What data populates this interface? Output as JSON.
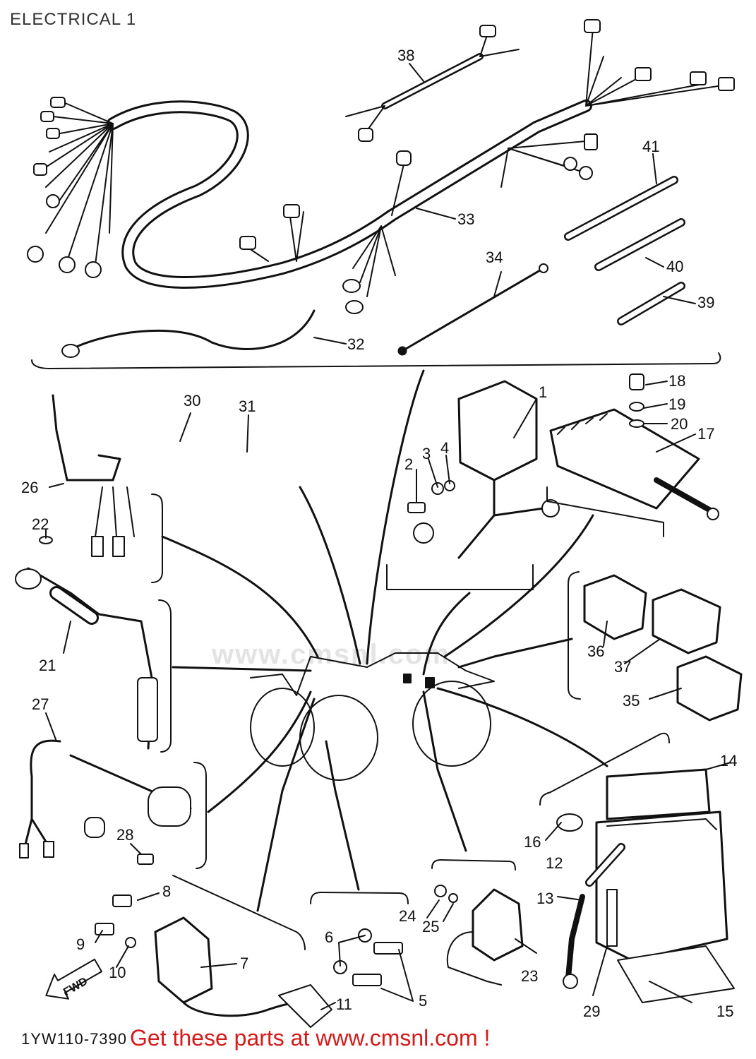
{
  "page": {
    "title": "ELECTRICAL 1",
    "diagram_code": "1YW110-7390",
    "promo_text": "Get these parts at www.cmsnl.com !",
    "watermark": "www.cmsnl.com",
    "fwd_label": "FWD",
    "promo_color": "#d41a1a"
  },
  "callouts": [
    "1",
    "2",
    "3",
    "4",
    "5",
    "6",
    "7",
    "8",
    "9",
    "10",
    "11",
    "12",
    "13",
    "14",
    "15",
    "16",
    "17",
    "18",
    "19",
    "20",
    "21",
    "22",
    "23",
    "24",
    "25",
    "26",
    "27",
    "28",
    "29",
    "30",
    "31",
    "32",
    "33",
    "34",
    "35",
    "36",
    "37",
    "38",
    "39",
    "40",
    "41"
  ]
}
